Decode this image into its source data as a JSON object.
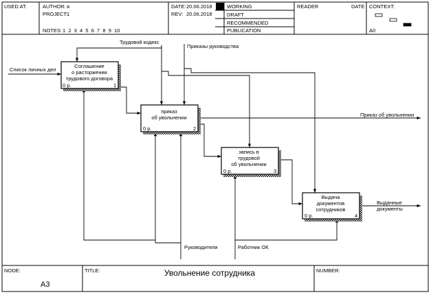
{
  "header": {
    "used_at": "USED AT:",
    "author_label": "AUTHOR:",
    "author": "я",
    "project_label": "PROJECT:",
    "project": "1",
    "notes_label": "NOTES:",
    "notes_numbers": "1  2  3  4  5  6  7  8  9  10",
    "date_label": "DATE:",
    "date": "20.06.2018",
    "rev_label": "REV:",
    "rev": "20.06.2018",
    "status": [
      "WORKING",
      "DRAFT",
      "RECOMMENDED",
      "PUBLICATION"
    ],
    "reader_label": "READER",
    "reader_date_label": "DATE",
    "context_label": "CONTEXT:",
    "context_node": "A0"
  },
  "diagram": {
    "boxes": [
      {
        "title_lines": [
          "Соглашение",
          "о расторжении",
          "трудового договора"
        ],
        "cost": "0 р.",
        "number": "1"
      },
      {
        "title_lines": [
          "приказ",
          "об увольнении"
        ],
        "cost": "0 р.",
        "number": "2"
      },
      {
        "title_lines": [
          "запись в",
          "трудовой",
          "об увольнении"
        ],
        "cost": "0 р.",
        "number": "3"
      },
      {
        "title_lines": [
          "Выдача",
          "документов",
          "сотрудников"
        ],
        "cost": "0 р.",
        "number": "4"
      }
    ],
    "arrows": {
      "input_list": "Список личных дел",
      "control_labor_code": "Трудовой кодекс",
      "control_orders": "Приказы руководства",
      "output_dismissal_order": "Приказ об увольнении",
      "output_issued_docs": [
        "Выданные",
        "документы"
      ],
      "mech_managers": "Руководители",
      "mech_hr_worker": "Работник ОК"
    }
  },
  "footer": {
    "node_label": "NODE:",
    "node": "A3",
    "title_label": "TITLE:",
    "title": "Увольнение сотрудника",
    "number_label": "NUMBER:"
  }
}
